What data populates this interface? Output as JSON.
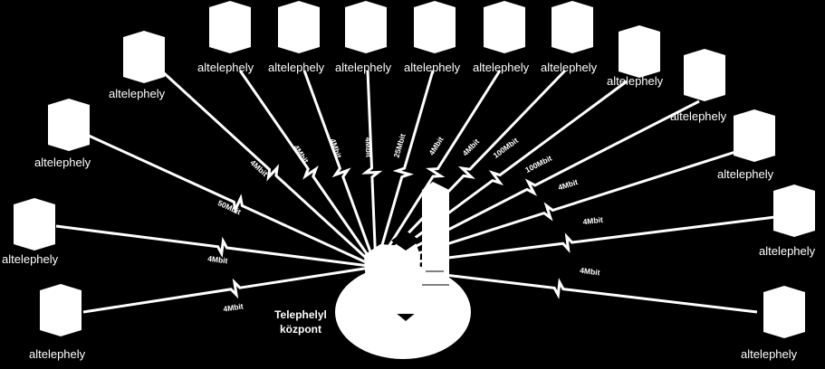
{
  "center": {
    "line1": "Telephelyl",
    "line2": "központ"
  },
  "sites": [
    {
      "label": "altelephely",
      "speed": "4Mbit"
    },
    {
      "label": "altelephely",
      "speed": "4Mbit"
    },
    {
      "label": "altelephely",
      "speed": "50Mbit"
    },
    {
      "label": "altelephely",
      "speed": "4Mbit"
    },
    {
      "label": "altelephely",
      "speed": "4Mbit"
    },
    {
      "label": "altelephely",
      "speed": "4Mbit"
    },
    {
      "label": "altelephely",
      "speed": "4Mbit"
    },
    {
      "label": "altelephely",
      "speed": "25Mbit"
    },
    {
      "label": "altelephely",
      "speed": "4Mbit"
    },
    {
      "label": "altelephely",
      "speed": "4Mbit"
    },
    {
      "label": "altelephely",
      "speed": "100Mbit"
    },
    {
      "label": "altelephely",
      "speed": "100Mbit"
    },
    {
      "label": "altelephely",
      "speed": "4Mbit"
    },
    {
      "label": "altelephely",
      "speed": "4Mbit"
    },
    {
      "label": "altelephely",
      "speed": "4Mbit"
    }
  ],
  "colors": {
    "background": "#000000",
    "foreground": "#ffffff"
  }
}
